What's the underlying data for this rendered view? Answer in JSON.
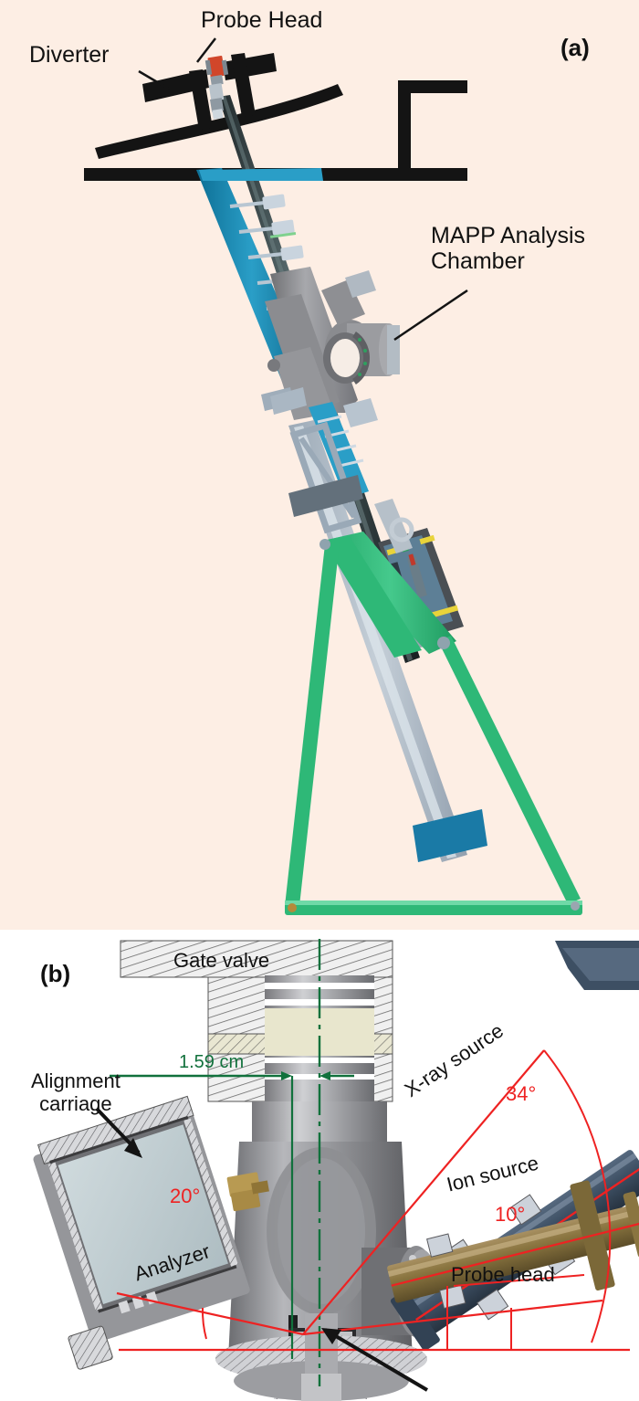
{
  "figure": {
    "panels": [
      {
        "id": "panel-a",
        "tag": "(a)",
        "background_color": "#fdeee4",
        "labels": [
          {
            "name": "diverter",
            "text": "Diverter"
          },
          {
            "name": "probe-head",
            "text": "Probe Head"
          },
          {
            "name": "mapp-analysis-chamber",
            "text": "MAPP Analysis\nChamber"
          }
        ]
      },
      {
        "id": "panel-b",
        "tag": "(b)",
        "background_color": "#ffffff",
        "labels": [
          {
            "name": "gate-valve",
            "text": "Gate valve"
          },
          {
            "name": "alignment-carriage",
            "text": "Alignment\ncarriage"
          },
          {
            "name": "x-ray-source",
            "text": "X-ray source"
          },
          {
            "name": "ion-source",
            "text": "Ion source"
          },
          {
            "name": "analyzer",
            "text": "Analyzer"
          },
          {
            "name": "probe-head",
            "text": "Probe head"
          }
        ],
        "annotations": [
          {
            "name": "offset-dimension",
            "text": "1.59 cm",
            "color": "#11713c"
          },
          {
            "name": "analyzer-angle",
            "text": "20°",
            "color": "#ee2222"
          },
          {
            "name": "ion-source-angle",
            "text": "10°",
            "color": "#ee2222"
          },
          {
            "name": "x-ray-source-angle",
            "text": "34°",
            "color": "#ee2222"
          }
        ]
      }
    ],
    "colors": {
      "panel_a_background": "#fdeee4",
      "panel_b_background": "#ffffff",
      "diverter_black": "#141414",
      "probe_shaft_dark": "#3c4a4a",
      "bellows_teal": "#1780ab",
      "frame_green": "#2eb877",
      "frame_steel": "#aebcc8",
      "chamber_grey": "#9a9a9e",
      "xray_tube_blue": "#3d4f63",
      "ion_tube_bronze": "#8a7540",
      "annotation_red": "#ee2222",
      "annotation_green": "#11713c",
      "gold_yellow": "#e8d33a"
    }
  }
}
